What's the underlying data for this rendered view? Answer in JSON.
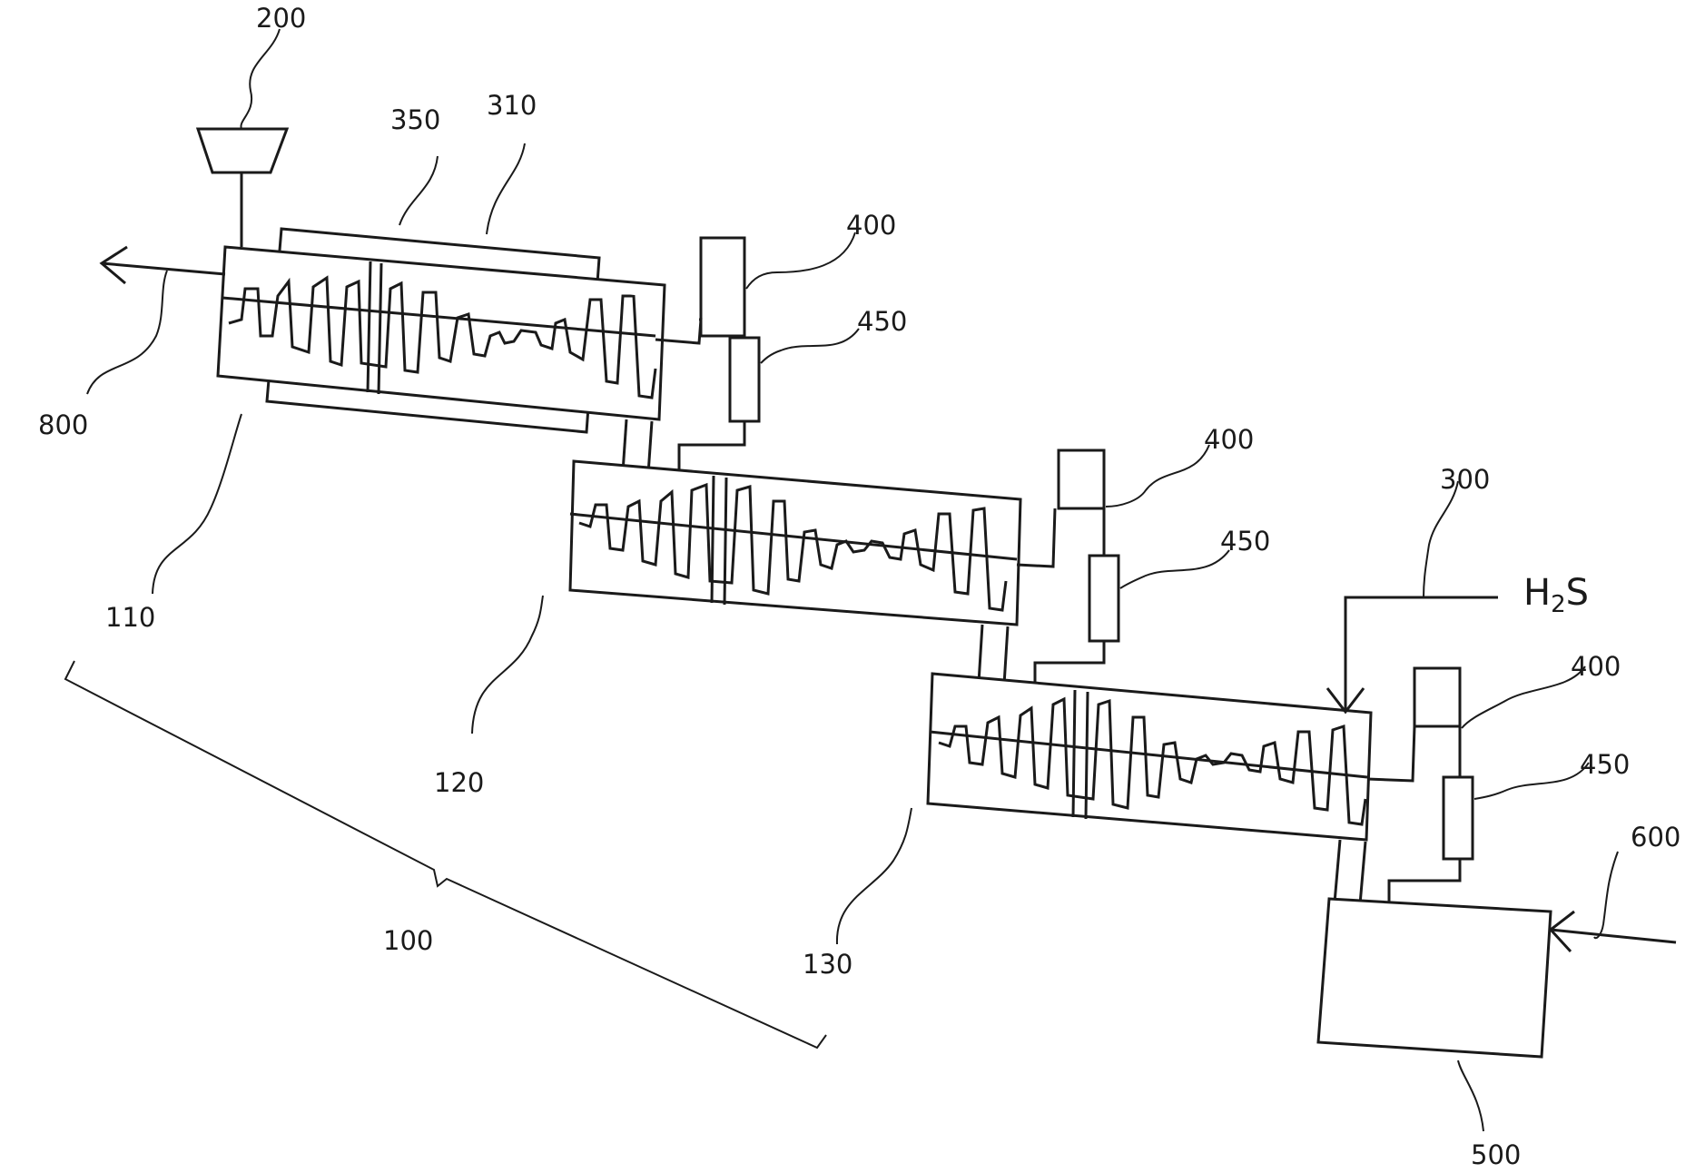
{
  "labels": {
    "ref_200": "200",
    "ref_350": "350",
    "ref_310": "310",
    "ref_800": "800",
    "ref_110": "110",
    "ref_400_a": "400",
    "ref_450_a": "450",
    "ref_400_b": "400",
    "ref_450_b": "450",
    "ref_120": "120",
    "ref_300": "300",
    "ref_400_c": "400",
    "ref_450_c": "450",
    "ref_600": "600",
    "ref_130": "130",
    "ref_100": "100",
    "ref_500": "500"
  },
  "h2s": {
    "main_a": "H",
    "sub": "2",
    "main_b": "S"
  },
  "colors": {
    "line": "#1a1a1a",
    "background": "#ffffff"
  }
}
